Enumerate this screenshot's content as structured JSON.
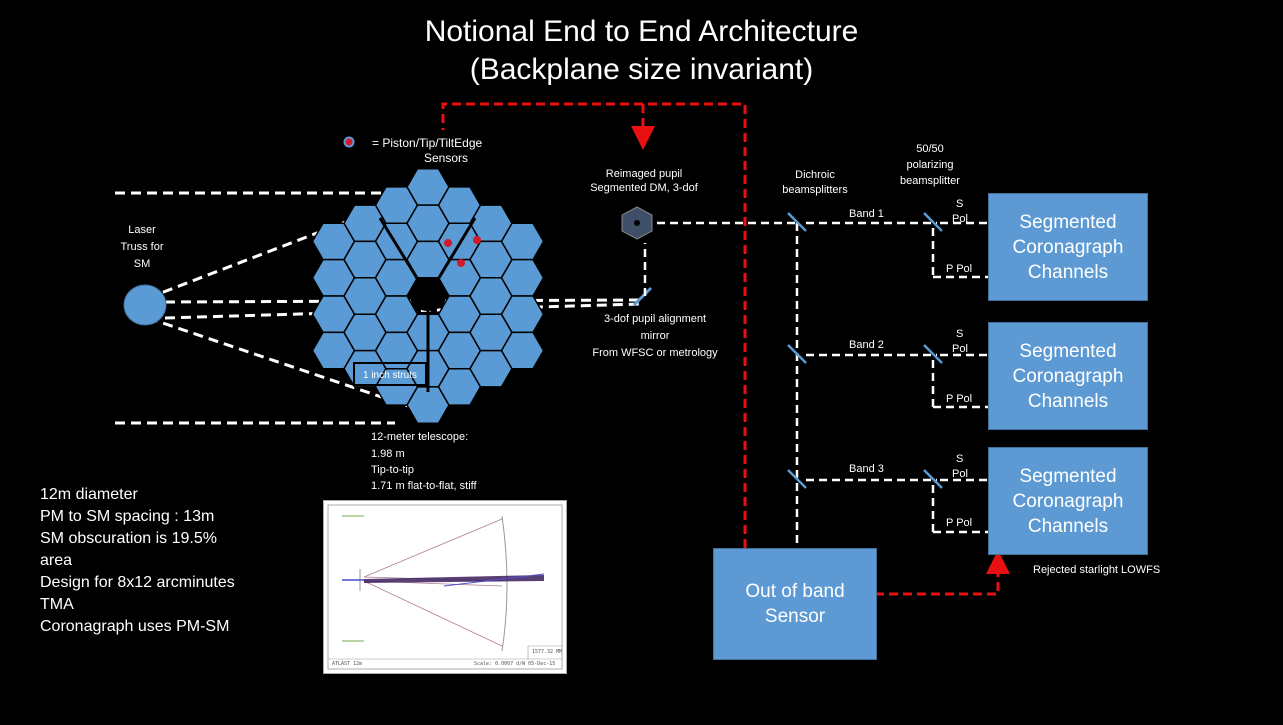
{
  "title": {
    "line1": "Notional End to End Architecture",
    "line2": "(Backplane size invariant)"
  },
  "legend": {
    "sensor_label_line1": "= Piston/Tip/TiltEdge",
    "sensor_label_line2": "Sensors"
  },
  "laser": {
    "line1": "Laser",
    "line2": "Truss for",
    "line3": "SM"
  },
  "mirror": {
    "strut_label": "1 inch struts",
    "telescope_line1": "12-meter telescope:",
    "telescope_line2": "1.98 m",
    "telescope_line3": "Tip-to-tip",
    "telescope_line4": "1.71 m flat-to-flat, stiff"
  },
  "dm": {
    "line1": "Reimaged pupil",
    "line2": "Segmented DM, 3-dof"
  },
  "alignment": {
    "line1": "3-dof pupil alignment",
    "line2": "mirror",
    "line3": "From WFSC or metrology"
  },
  "dichroic": {
    "line1": "Dichroic",
    "line2": "beamsplitters"
  },
  "polarizing": {
    "line1": "50/50",
    "line2": "polarizing",
    "line3": "beamsplitter"
  },
  "bands": [
    "Band 1",
    "Band 2",
    "Band 3"
  ],
  "pol": {
    "s": "S",
    "s_pol": "Pol",
    "p_pol": "P Pol"
  },
  "channel": {
    "line1": "Segmented",
    "line2": "Coronagraph",
    "line3": "Channels"
  },
  "oob": {
    "line1": "Out of band",
    "line2": "Sensor"
  },
  "lowfs": "Rejected starlight LOWFS",
  "notes": [
    "12m diameter",
    "PM to SM spacing :  13m",
    "SM obscuration is 19.5%",
    "area",
    "Design for 8x12 arcminutes",
    "TMA",
    "Coronagraph uses PM-SM"
  ],
  "inset": {
    "caption_left": "ATLAST 12m",
    "caption_right": "Scale:  0.0007 d/W   05-Dec-15",
    "scale_label": "1577.32 MM"
  },
  "colors": {
    "background": "#000000",
    "segment_fill": "#5b9bd5",
    "segment_stroke": "#000000",
    "box_fill": "#5d9ad3",
    "red_line": "#e81010",
    "white_line": "#ffffff",
    "sensor_dot": "#d01c2a"
  }
}
